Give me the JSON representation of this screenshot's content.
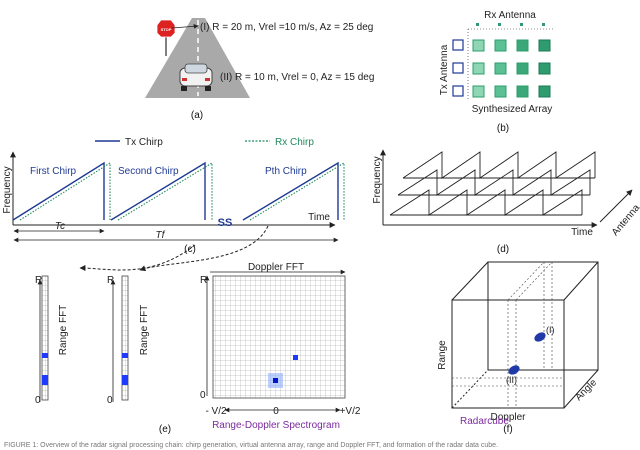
{
  "panel_a": {
    "label": "(a)",
    "stop_sign": "STOP",
    "target1": "(I) R = 20 m, Vrel =10 m/s, Az = 25 deg",
    "target2": "(II) R = 10 m, Vrel = 0, Az = 15 deg"
  },
  "panel_b": {
    "label": "(b)",
    "rx_antenna": "Rx Antenna",
    "tx_antenna": "Tx Antenna",
    "synth_array": "Synthesized Array",
    "colors": {
      "tx": "#1f3a93",
      "virtual_light": "#8fd6b4",
      "virtual_dark": "#2e9c6e"
    }
  },
  "panel_c": {
    "label": "(c)",
    "legend_tx": "Tx Chirp",
    "legend_rx": "Rx Chirp",
    "first_chirp": "First Chirp",
    "second_chirp": "Second Chirp",
    "pth_chirp": "Pth Chirp",
    "y_axis": "Frequency",
    "x_axis": "Time",
    "tc": "Tc",
    "tf": "Tf",
    "break_mark": "SS",
    "colors": {
      "tx": "#1f3a93",
      "rx": "#1f8a5b"
    }
  },
  "panel_d": {
    "label": "(d)",
    "y_axis": "Frequency",
    "x_axis": "Time",
    "z_axis": "Antenna"
  },
  "panel_e": {
    "label": "(e)",
    "r_label": "R",
    "zero_label": "0",
    "range_fft": "Range FFT",
    "doppler_fft": "Doppler FFT",
    "neg_v": "- V/2",
    "zero_v": "0",
    "pos_v": "+V/2",
    "spectrogram": "Range-Doppler Spectrogram",
    "colors": {
      "peak": "#1f3aff",
      "spectrogram_label": "#7b2a9e"
    }
  },
  "panel_f": {
    "label": "(f)",
    "range_axis": "Range",
    "doppler_axis": "Doppler",
    "angle_axis": "Angle",
    "radarcube": "Radarcube",
    "target1": "(I)",
    "target2": "(II)",
    "colors": {
      "cube_label": "#7b2a9e"
    }
  },
  "caption": "FIGURE 1: Overview of the radar signal processing chain: chirp generation, virtual antenna array, range and Doppler FFT, and formation of the radar data cube."
}
